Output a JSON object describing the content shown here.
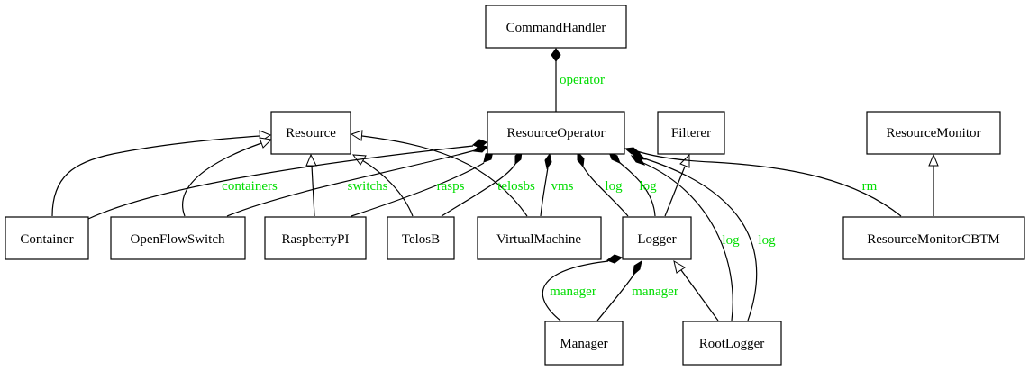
{
  "colors": {
    "label": "#00dd00",
    "stroke": "#000000",
    "fill": "#ffffff"
  },
  "nodes": {
    "command_handler": "CommandHandler",
    "resource": "Resource",
    "resource_operator": "ResourceOperator",
    "filterer": "Filterer",
    "resource_monitor": "ResourceMonitor",
    "container": "Container",
    "openflow_switch": "OpenFlowSwitch",
    "raspberry_pi": "RaspberryPI",
    "telosb": "TelosB",
    "virtual_machine": "VirtualMachine",
    "logger": "Logger",
    "resource_monitor_cbtm": "ResourceMonitorCBTM",
    "manager": "Manager",
    "root_logger": "RootLogger"
  },
  "edge_labels": {
    "operator": "operator",
    "containers": "containers",
    "switchs": "switchs",
    "rasps": "rasps",
    "telosbs": "telosbs",
    "vms": "vms",
    "log_logger_1": "log",
    "log_logger_2": "log",
    "rm": "rm",
    "log_rootlogger_1": "log",
    "log_rootlogger_2": "log",
    "manager_1": "manager",
    "manager_2": "manager"
  }
}
